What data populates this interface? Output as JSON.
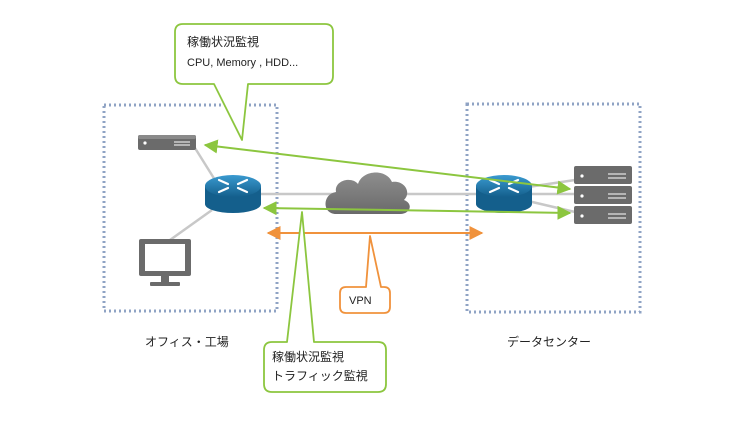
{
  "callouts": {
    "top_title": "稼働状況監視",
    "top_detail": "CPU, Memory , HDD...",
    "bottom_title": "稼働状況監視",
    "bottom_detail": "トラフィック監視",
    "vpn": "VPN"
  },
  "zones": {
    "office": "オフィス・工場",
    "datacenter": "データセンター"
  },
  "icons": [
    "server-icon",
    "router-icon",
    "monitor-icon",
    "cloud-icon",
    "server-rack-icon"
  ],
  "colors": {
    "zone_border": "#8fa3c4",
    "callout_green": "#8cc63f",
    "vpn_orange": "#f0923c",
    "link_gray": "#c8c8c8",
    "router_blue": "#1f7db5",
    "device_gray": "#6b6b6b"
  }
}
